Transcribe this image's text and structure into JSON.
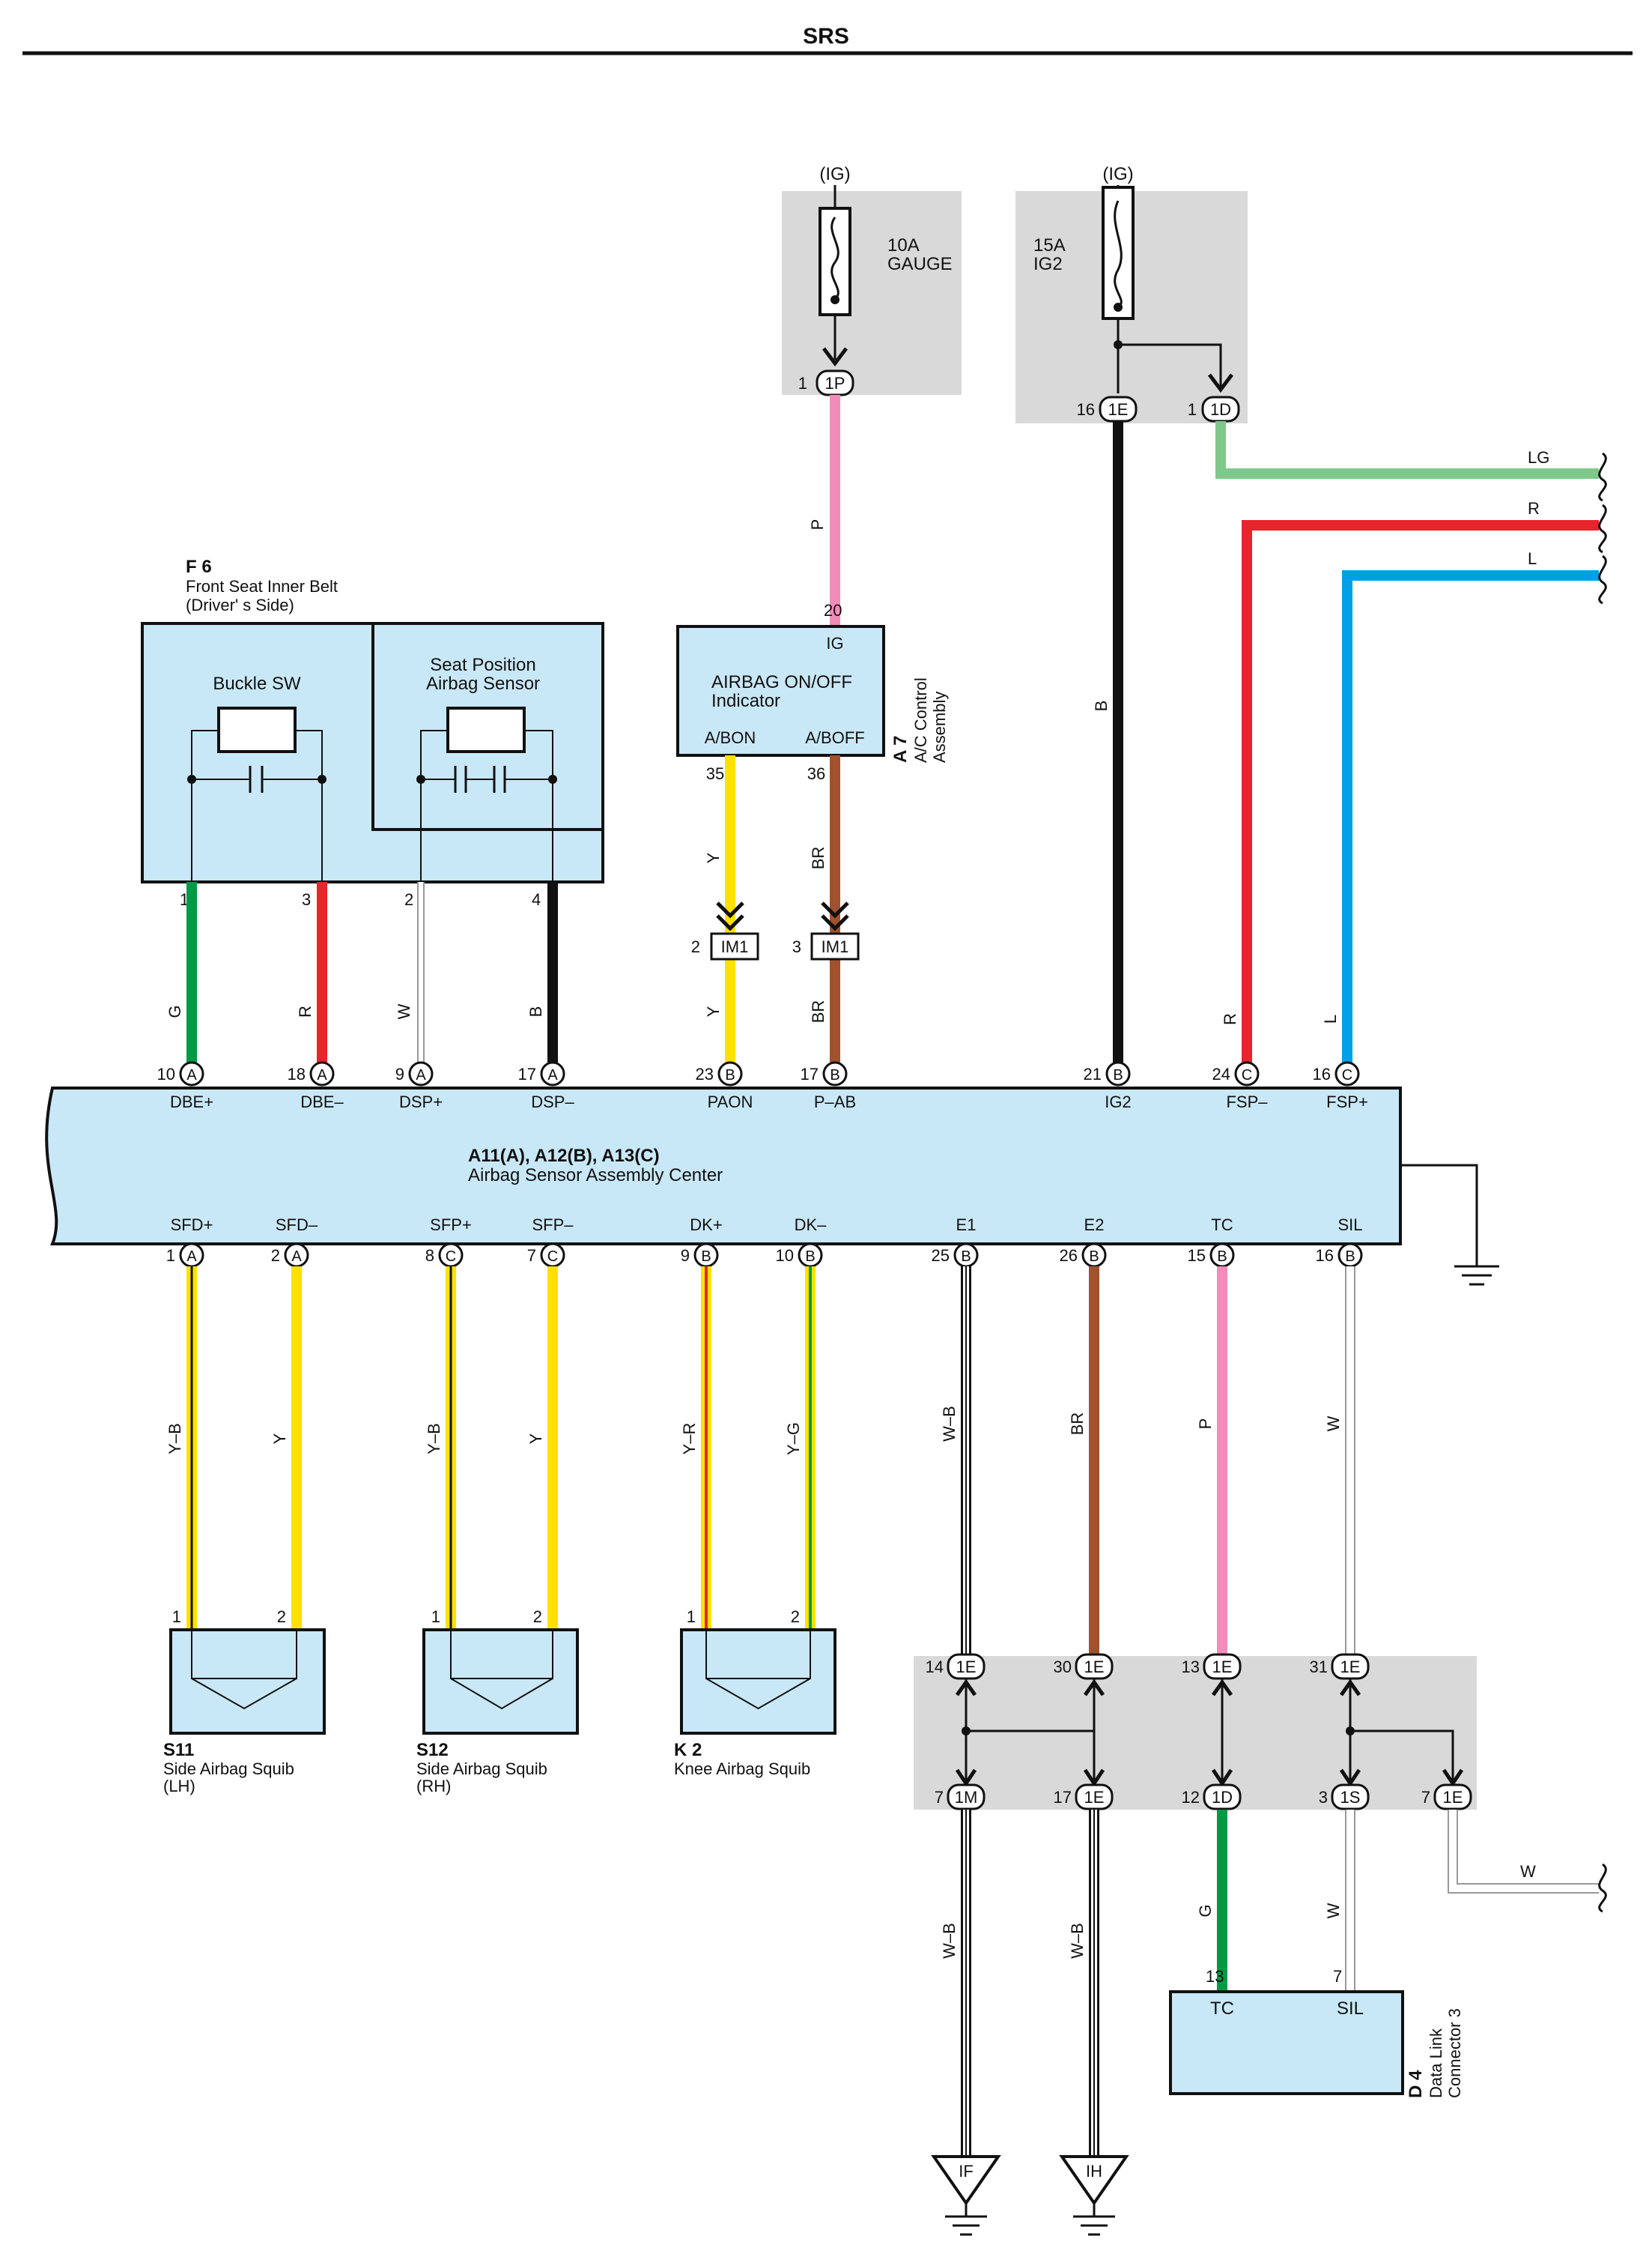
{
  "header": {
    "title": "SRS"
  },
  "ecu": {
    "code": "A11(A), A12(B), A13(C)",
    "name": "Airbag Sensor Assembly Center",
    "top_pins": [
      {
        "pin": "10",
        "conn": "A",
        "label": "DBE+",
        "wire": "G",
        "wire_color": "#009944"
      },
      {
        "pin": "18",
        "conn": "A",
        "label": "DBE–",
        "wire": "R",
        "wire_color": "#e8242c"
      },
      {
        "pin": "9",
        "conn": "A",
        "label": "DSP+",
        "wire": "W",
        "wire_color": "#ffffff"
      },
      {
        "pin": "17",
        "conn": "A",
        "label": "DSP–",
        "wire": "B",
        "wire_color": "#111111"
      },
      {
        "pin": "23",
        "conn": "B",
        "label": "PAON",
        "wire": "Y",
        "wire_color": "#ffe100"
      },
      {
        "pin": "17",
        "conn": "B",
        "label": "P–AB",
        "wire": "BR",
        "wire_color": "#a0522d"
      },
      {
        "pin": "21",
        "conn": "B",
        "label": "IG2",
        "wire": "B",
        "wire_color": "#111111"
      },
      {
        "pin": "24",
        "conn": "C",
        "label": "FSP–",
        "wire": "R",
        "wire_color": "#e8242c"
      },
      {
        "pin": "16",
        "conn": "C",
        "label": "FSP+",
        "wire": "L",
        "wire_color": "#00a0e9"
      }
    ],
    "bottom_pins": [
      {
        "pin": "1",
        "conn": "A",
        "label": "SFD+",
        "wire": "Y–B"
      },
      {
        "pin": "2",
        "conn": "A",
        "label": "SFD–",
        "wire": "Y"
      },
      {
        "pin": "8",
        "conn": "C",
        "label": "SFP+",
        "wire": "Y–B"
      },
      {
        "pin": "7",
        "conn": "C",
        "label": "SFP–",
        "wire": "Y"
      },
      {
        "pin": "9",
        "conn": "B",
        "label": "DK+",
        "wire": "Y–R"
      },
      {
        "pin": "10",
        "conn": "B",
        "label": "DK–",
        "wire": "Y–G"
      },
      {
        "pin": "25",
        "conn": "B",
        "label": "E1",
        "wire": "W–B"
      },
      {
        "pin": "26",
        "conn": "B",
        "label": "E2",
        "wire": "BR"
      },
      {
        "pin": "15",
        "conn": "B",
        "label": "TC",
        "wire": "P"
      },
      {
        "pin": "16",
        "conn": "B",
        "label": "SIL",
        "wire": "W"
      }
    ]
  },
  "fuses": {
    "gauge": {
      "source": "(IG)",
      "rating": "10A",
      "name": "GAUGE",
      "pin": "1",
      "conn": "1P",
      "wire": "P"
    },
    "ig2": {
      "source": "(IG)",
      "rating": "15A",
      "name": "IG2",
      "pin1": "16",
      "conn1": "1E",
      "pin2": "1",
      "conn2": "1D",
      "wire": "B"
    }
  },
  "right_wires": [
    {
      "label": "LG",
      "color": "#7fc88c"
    },
    {
      "label": "R",
      "color": "#e8242c"
    },
    {
      "label": "L",
      "color": "#00a0e9"
    }
  ],
  "seatbelt": {
    "code": "F 6",
    "name_line1": "Front Seat Inner Belt",
    "name_line2": "(Driver' s Side)",
    "buckle": "Buckle SW",
    "sensor_line1": "Seat Position",
    "sensor_line2": "Airbag Sensor",
    "pins": [
      "1",
      "3",
      "2",
      "4"
    ]
  },
  "indicator": {
    "code": "A 7",
    "name_line1": "A/C Control",
    "name_line2": "Assembly",
    "title_line1": "AIRBAG ON/OFF",
    "title_line2": "Indicator",
    "ig_pin": "20",
    "ig_label": "IG",
    "pin_a": "35",
    "label_a": "A/BON",
    "pin_b": "36",
    "label_b": "A/BOFF",
    "jc_pin_a": "2",
    "jc_pin_b": "3",
    "jc": "IM1",
    "wire_a": "Y",
    "wire_b": "BR"
  },
  "squibs": [
    {
      "code": "S11",
      "name_line1": "Side Airbag Squib",
      "name_line2": "(LH)",
      "pin1": "1",
      "pin2": "2"
    },
    {
      "code": "S12",
      "name_line1": "Side Airbag Squib",
      "name_line2": "(RH)",
      "pin1": "1",
      "pin2": "2"
    },
    {
      "code": "K 2",
      "name_line1": "Knee Airbag Squib",
      "name_line2": "",
      "pin1": "1",
      "pin2": "2"
    }
  ],
  "junction": {
    "top": [
      {
        "pin": "14",
        "conn": "1E"
      },
      {
        "pin": "30",
        "conn": "1E"
      },
      {
        "pin": "13",
        "conn": "1E"
      },
      {
        "pin": "31",
        "conn": "1E"
      }
    ],
    "bottom": [
      {
        "pin": "7",
        "conn": "1M",
        "wire": "W–B",
        "ground": "IF"
      },
      {
        "pin": "17",
        "conn": "1E",
        "wire": "W–B",
        "ground": "IH"
      },
      {
        "pin": "12",
        "conn": "1D",
        "wire": "G"
      },
      {
        "pin": "3",
        "conn": "1S",
        "wire": "W"
      },
      {
        "pin": "7",
        "conn": "1E",
        "wire": "W"
      }
    ]
  },
  "dlc": {
    "code": "D 4",
    "name_line1": "Data Link",
    "name_line2": "Connector 3",
    "pin_tc": "13",
    "label_tc": "TC",
    "pin_sil": "7",
    "label_sil": "SIL"
  }
}
